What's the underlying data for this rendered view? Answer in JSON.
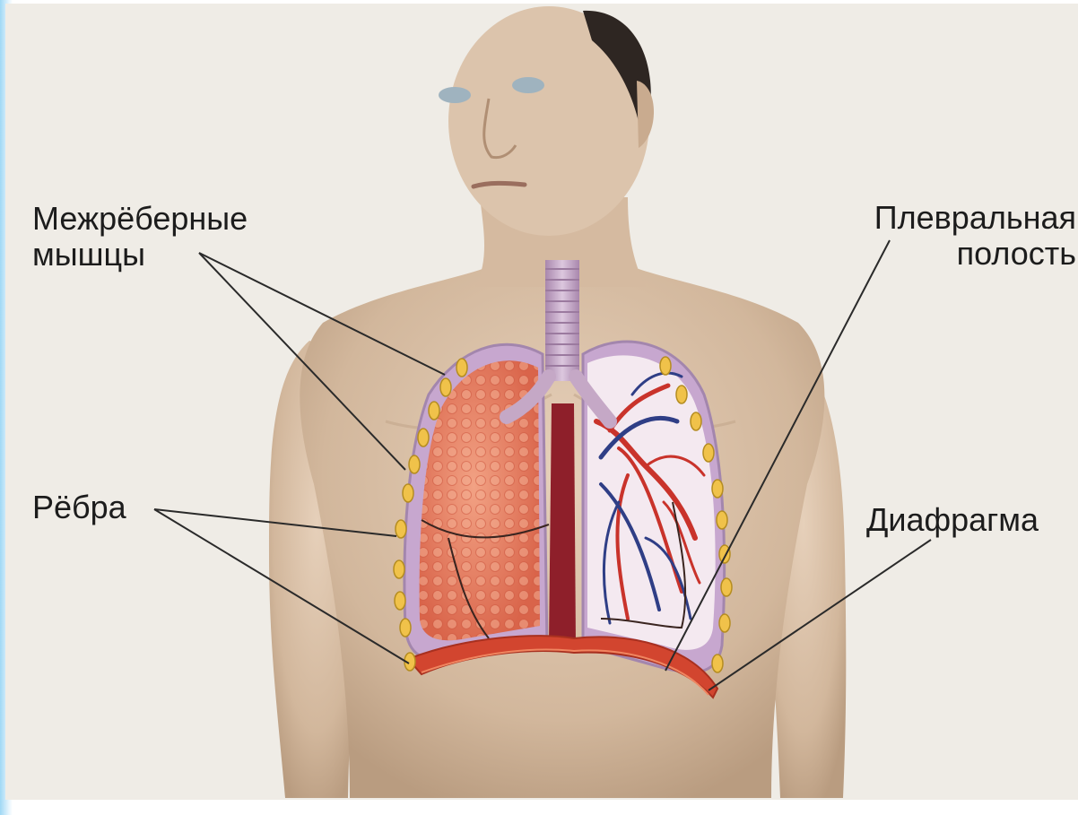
{
  "labels": {
    "intercostal_line1": "Межрёберные",
    "intercostal_line2": "мышцы",
    "pleural_line1": "Плевральная",
    "pleural_line2": "полость",
    "ribs": "Рёбра",
    "diaphragm": "Диафрагма"
  },
  "colors": {
    "background": "#efece6",
    "skin": "#d9c0a6",
    "lung_left": "#e9866a",
    "lung_right_bg": "#f3e7ee",
    "vessel_red": "#c9332b",
    "vessel_blue": "#2f3e86",
    "diaphragm": "#d2452f",
    "rib": "#f0c24a",
    "trachea": "#c5a8c6",
    "pleura": "#b69ac0"
  }
}
